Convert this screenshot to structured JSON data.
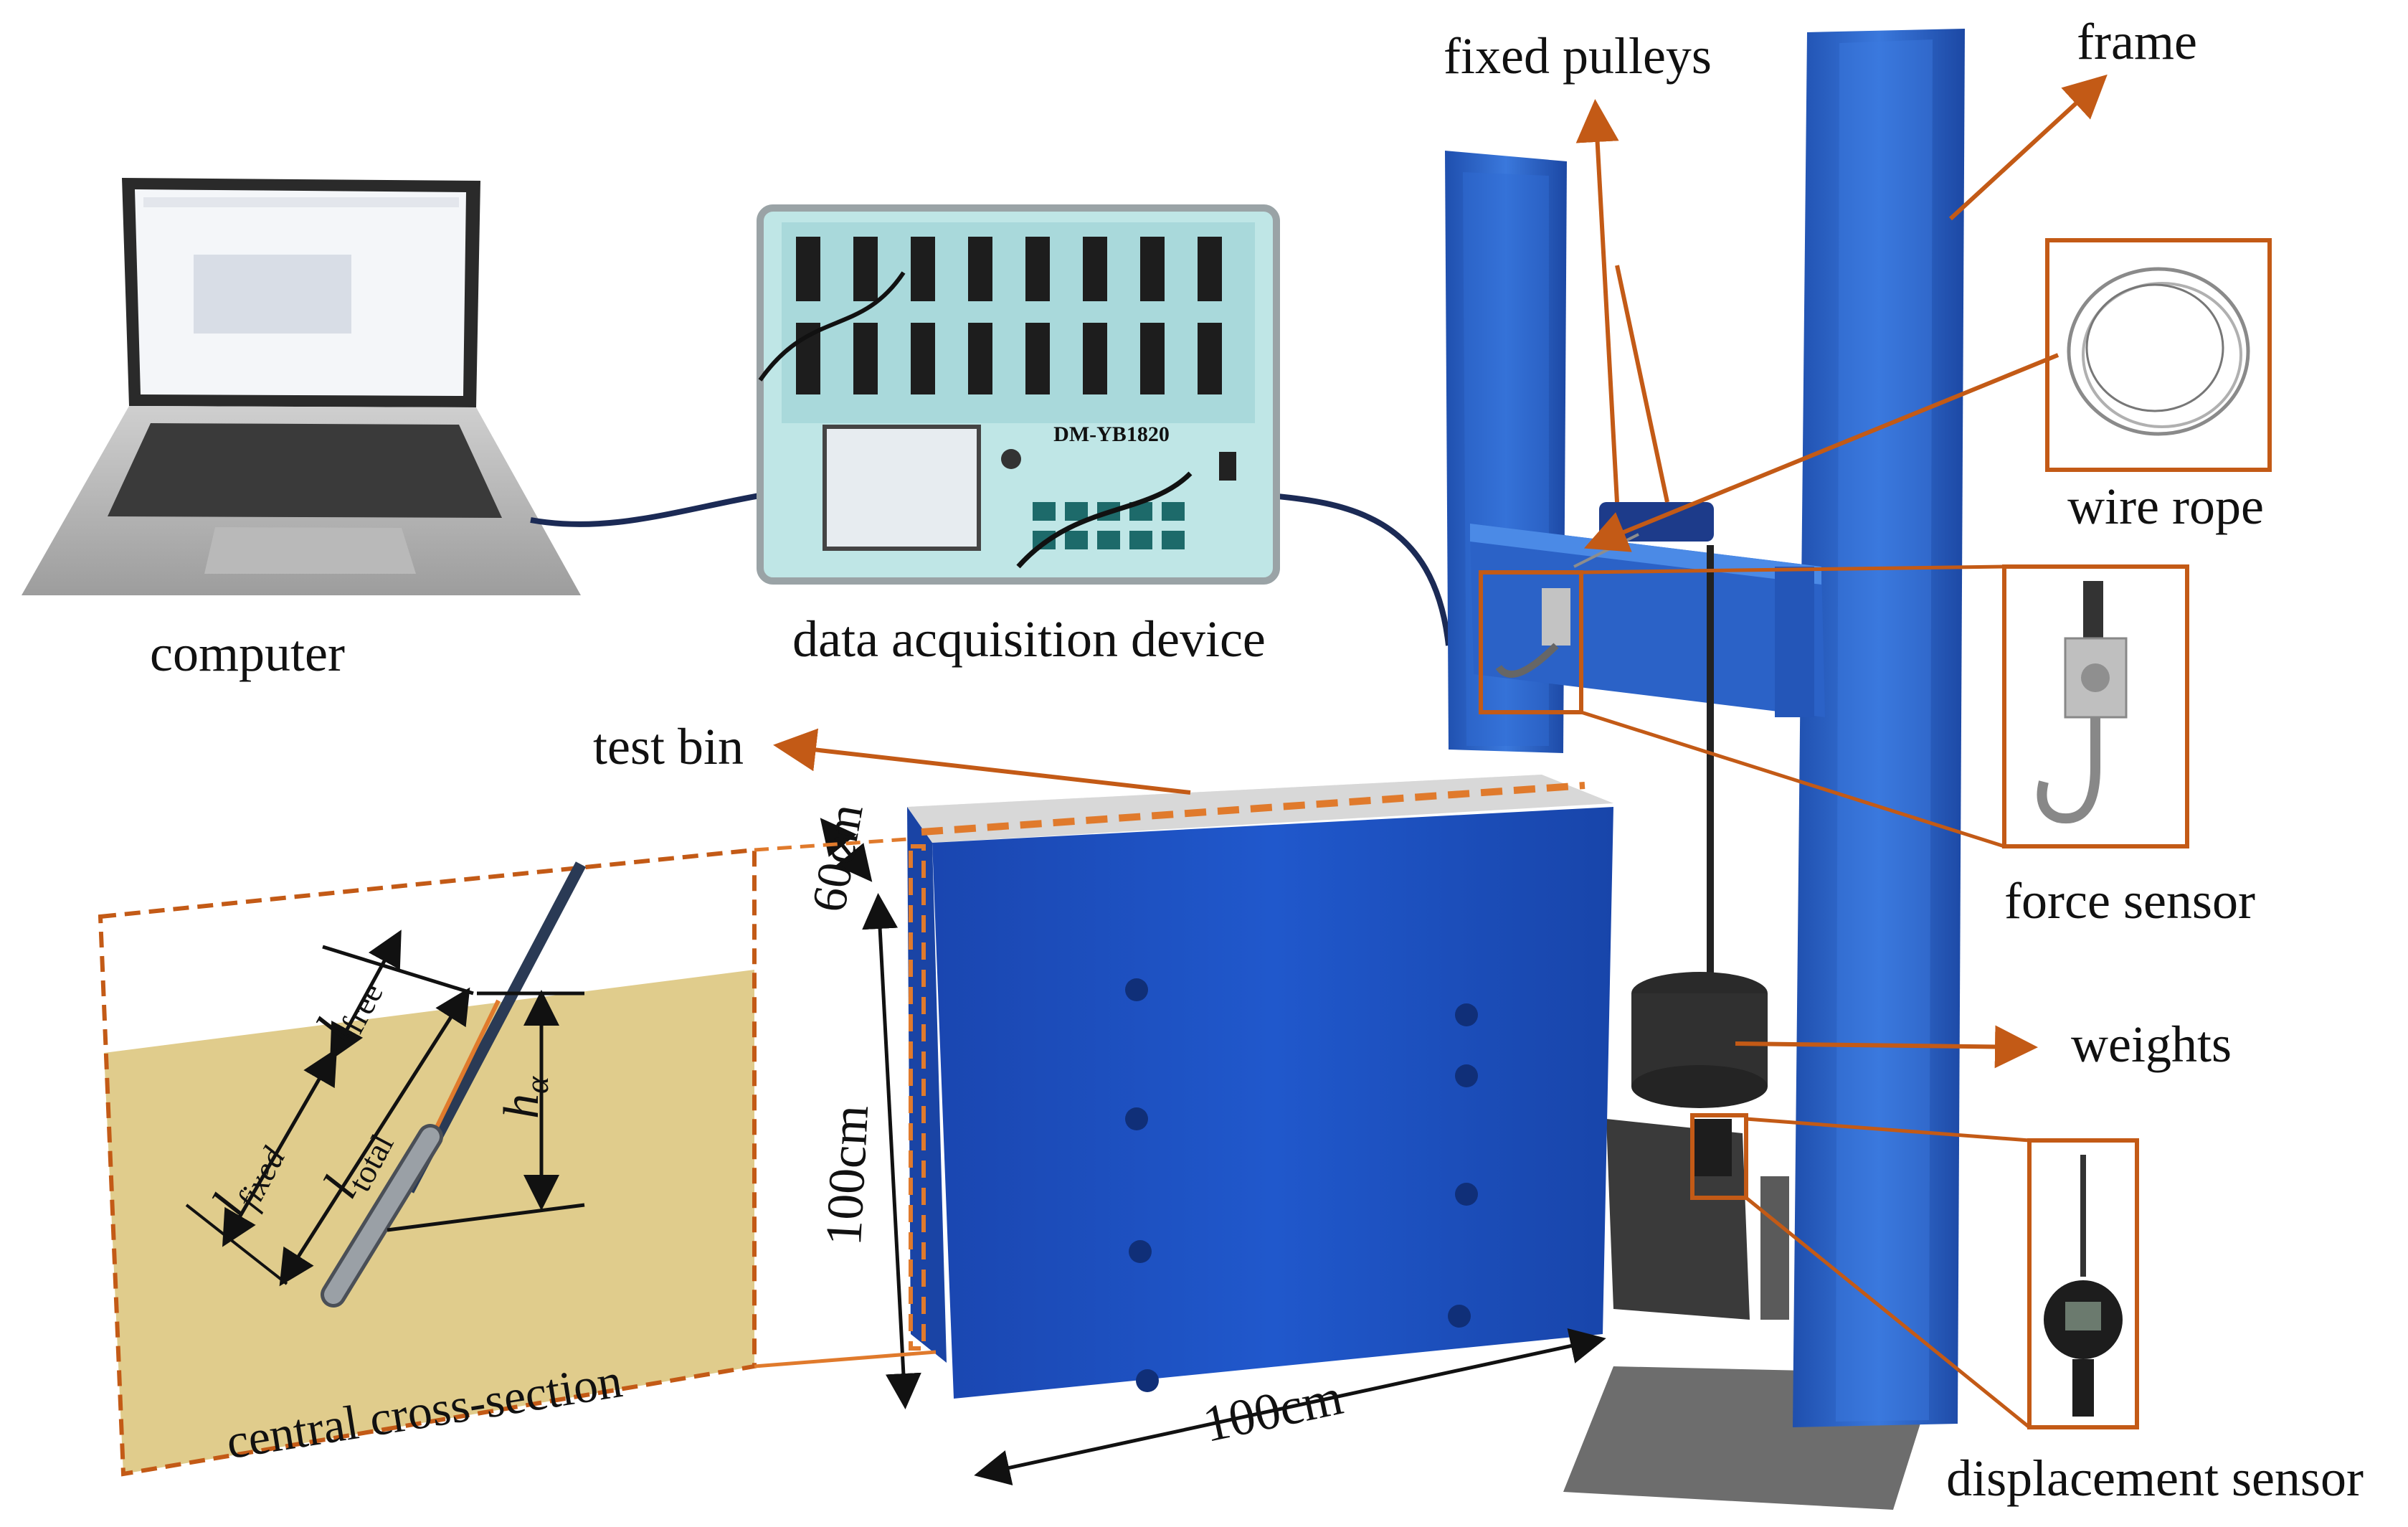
{
  "labels": {
    "computer": "computer",
    "daq": "data acquisition device",
    "daq_model": "DM-YB1820",
    "fixed_pulleys": "fixed pulleys",
    "frame": "frame",
    "wire_rope": "wire rope",
    "force_sensor": "force sensor",
    "weights": "weights",
    "displacement_sensor": "displacement sensor",
    "test_bin": "test bin",
    "cross_section": "central cross-section"
  },
  "dimensions": {
    "top": "60cm",
    "height": "100cm",
    "width": "100cm"
  },
  "symbols": {
    "l": "l",
    "free_sub": "free",
    "fixed_sub": "fixed",
    "total_sub": "total",
    "h": "h",
    "alpha_sub": "α"
  },
  "colors": {
    "arrow": "#c35a16",
    "dash": "#e07a2c",
    "soil": "#e0cc8c",
    "frame_blue": "#2b62c7",
    "bin_blue": "#1c4fc0"
  }
}
